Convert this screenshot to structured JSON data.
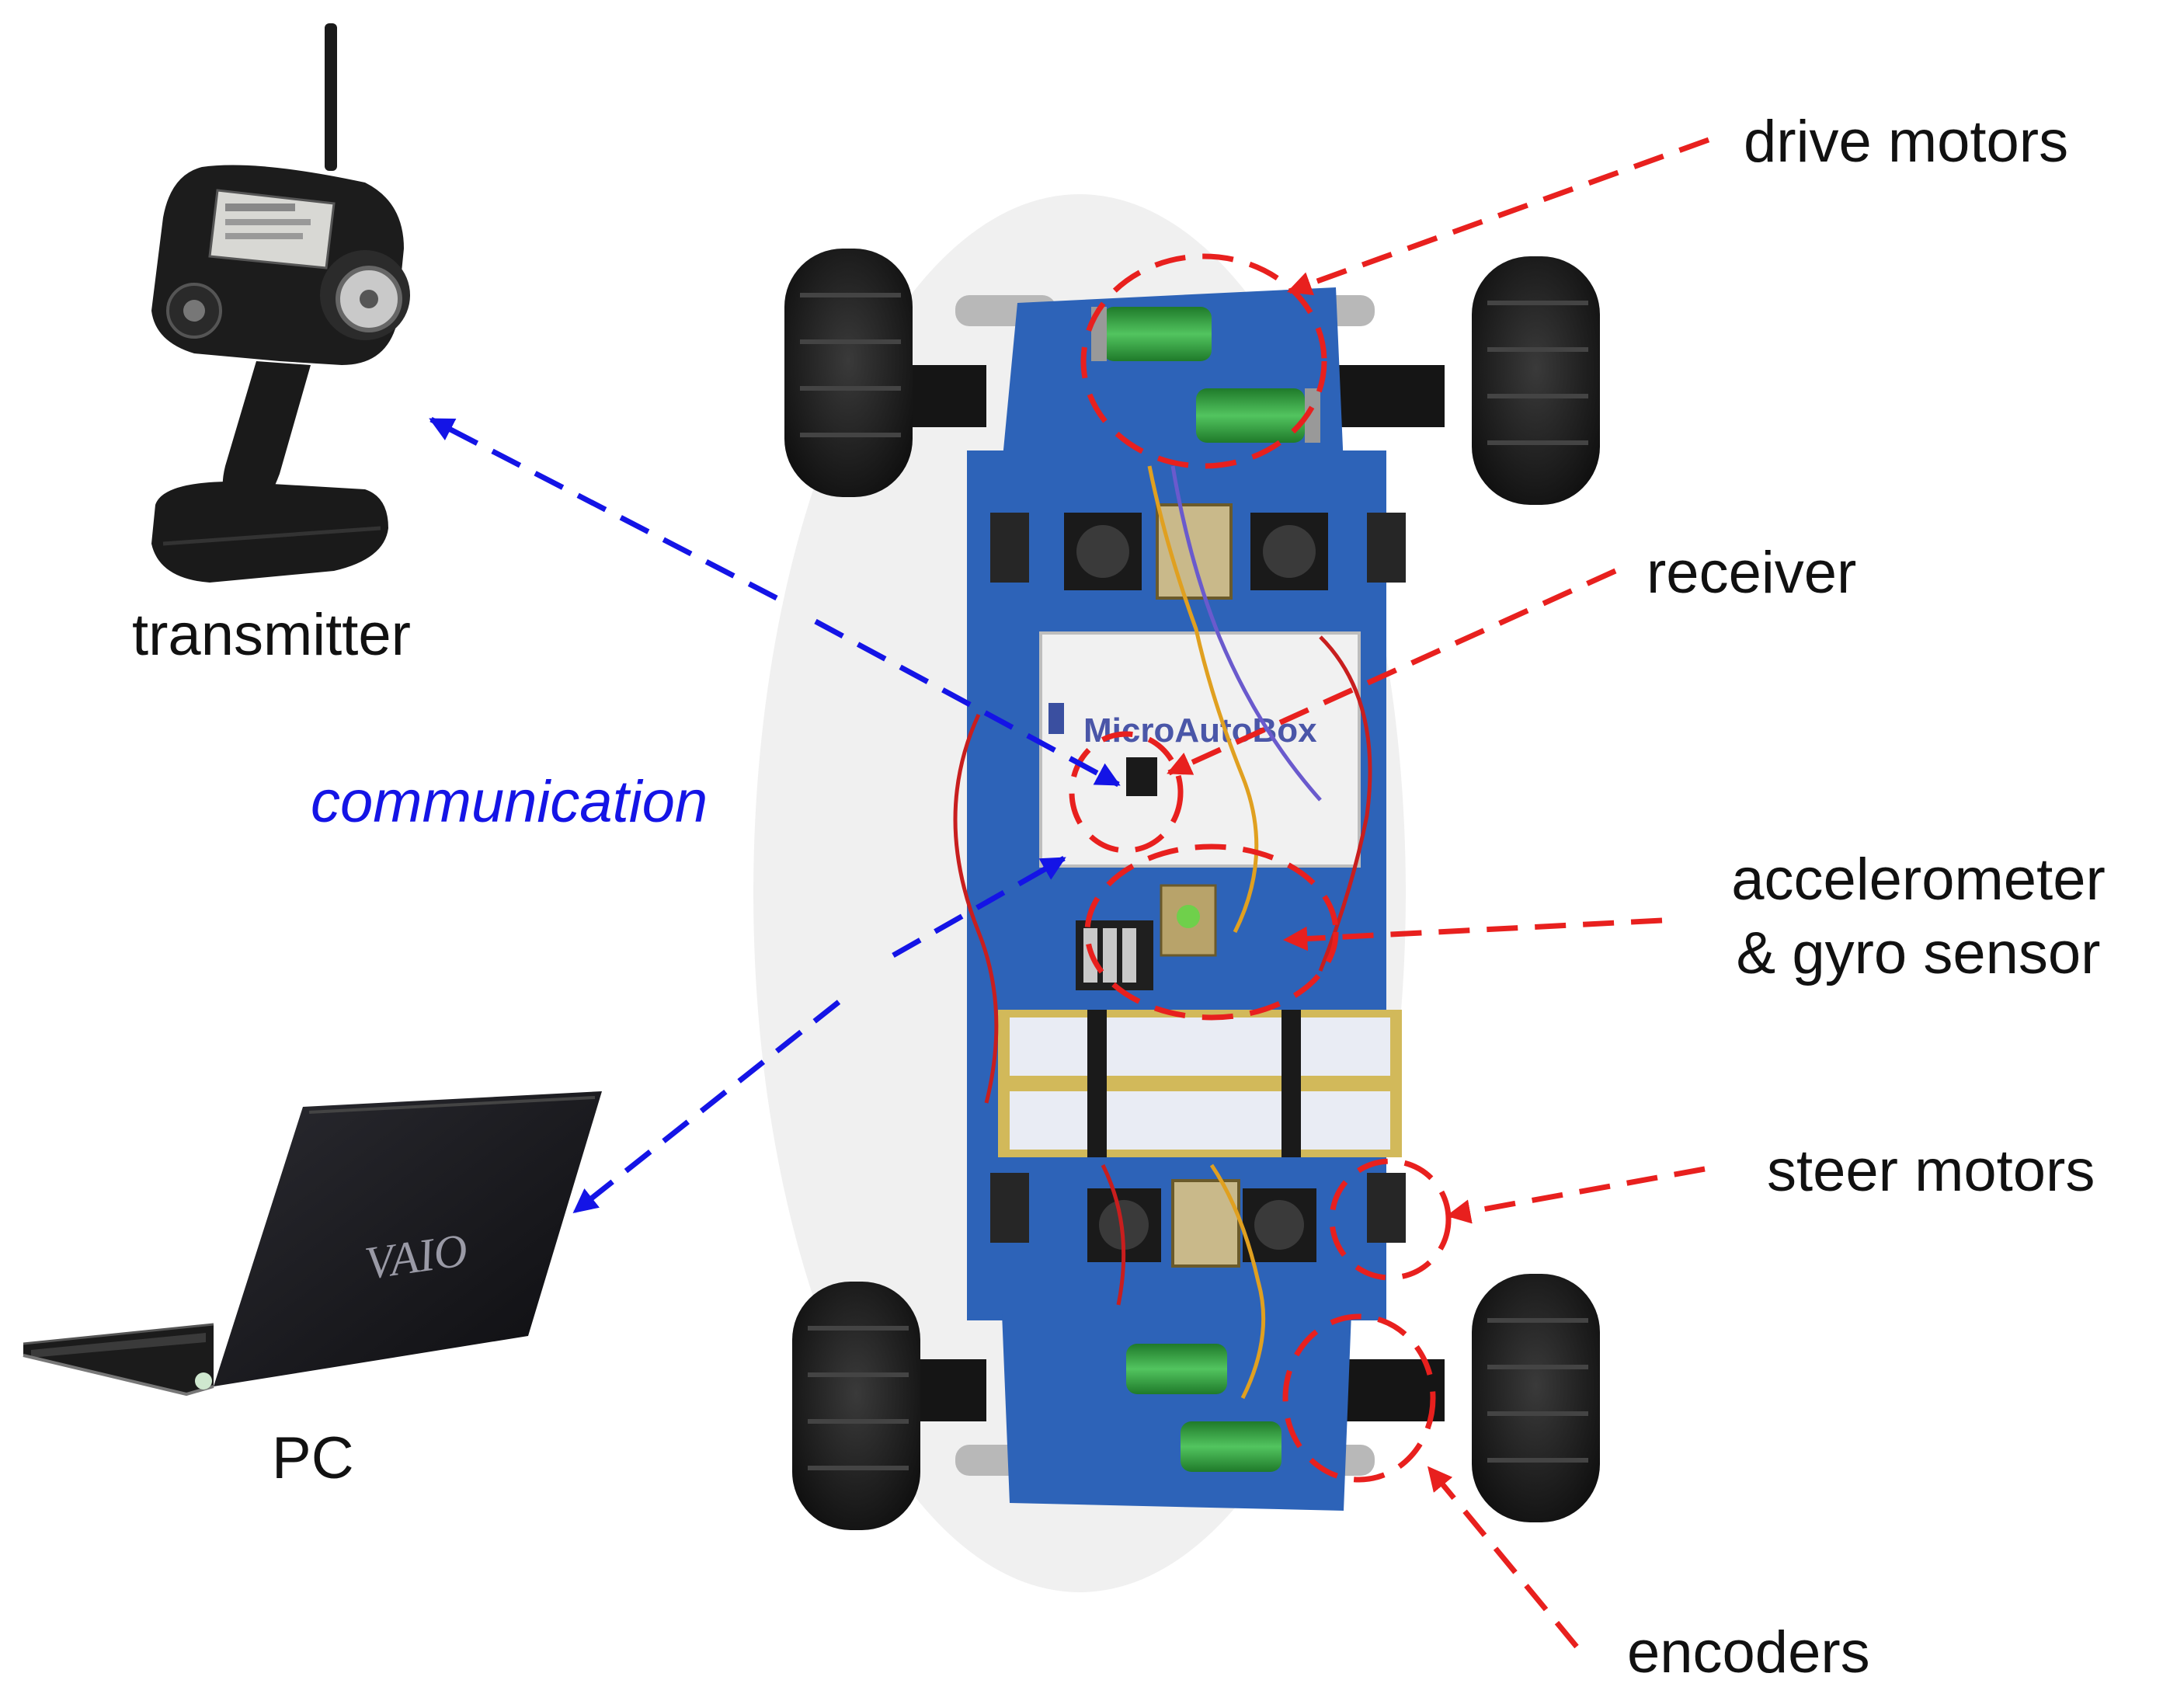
{
  "labels": {
    "transmitter": "transmitter",
    "pc": "PC",
    "communication": "communication",
    "drive_motors": "drive motors",
    "receiver": "receiver",
    "accel_line1": "accelerometer",
    "accel_line2": "& gyro sensor",
    "steer_motors": "steer motors",
    "encoders": "encoders"
  },
  "photo_lettering": {
    "controller_box": "MicroAutoBox",
    "laptop_logo": "VAIO"
  },
  "colors": {
    "annotation_red": "#e8201e",
    "communication_blue": "#1414e6",
    "chassis_blue": "#2d63b8",
    "tire_black": "#1c1c1c",
    "motor_green": "#2f9e3a"
  }
}
